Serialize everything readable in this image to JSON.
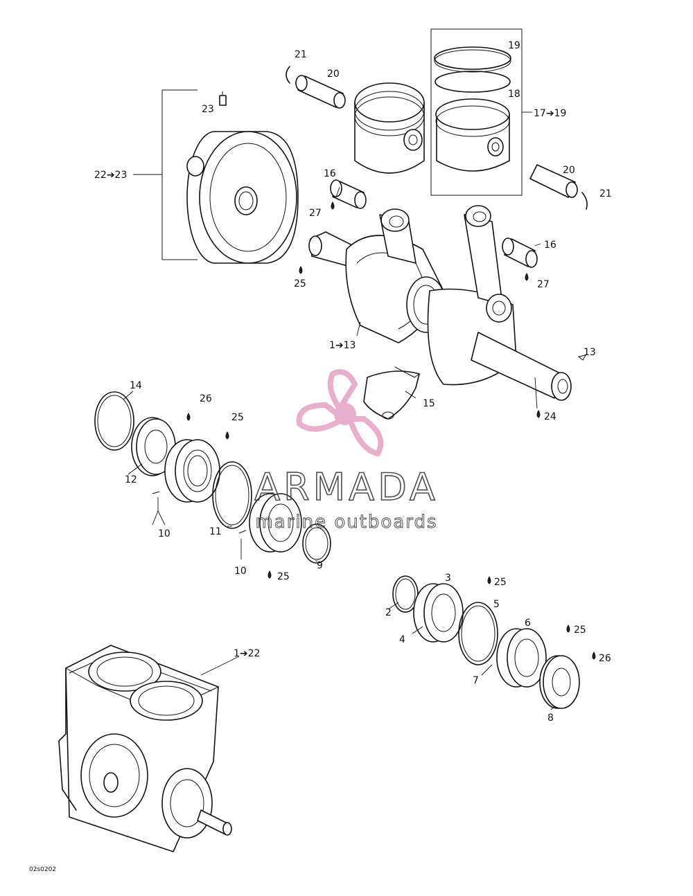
{
  "diagram": {
    "drawing_code": "02s0202",
    "callouts": {
      "c_19": "19",
      "c_18": "18",
      "c_17_19": "17➔19",
      "c_21a": "21",
      "c_20a": "20",
      "c_23": "23",
      "c_22_23": "22➔23",
      "c_16a": "16",
      "c_27a": "27",
      "c_20b": "20",
      "c_21b": "21",
      "c_16b": "16",
      "c_25a": "25",
      "c_27b": "27",
      "c_1_13": "1➔13",
      "c_13": "13",
      "c_24": "24",
      "c_15": "15",
      "c_14": "14",
      "c_26a": "26",
      "c_25b": "25",
      "c_12": "12",
      "c_10a": "10",
      "c_11": "11",
      "c_10b": "10",
      "c_25c": "25",
      "c_9": "9",
      "c_3": "3",
      "c_25d": "25",
      "c_5": "5",
      "c_2": "2",
      "c_4": "4",
      "c_6": "6",
      "c_25e": "25",
      "c_26b": "26",
      "c_7": "7",
      "c_8": "8",
      "c_1_22": "1➔22"
    }
  },
  "watermark": {
    "brand": "ARMADA",
    "tagline": "marine outboards",
    "color": "#e8a6c8"
  }
}
